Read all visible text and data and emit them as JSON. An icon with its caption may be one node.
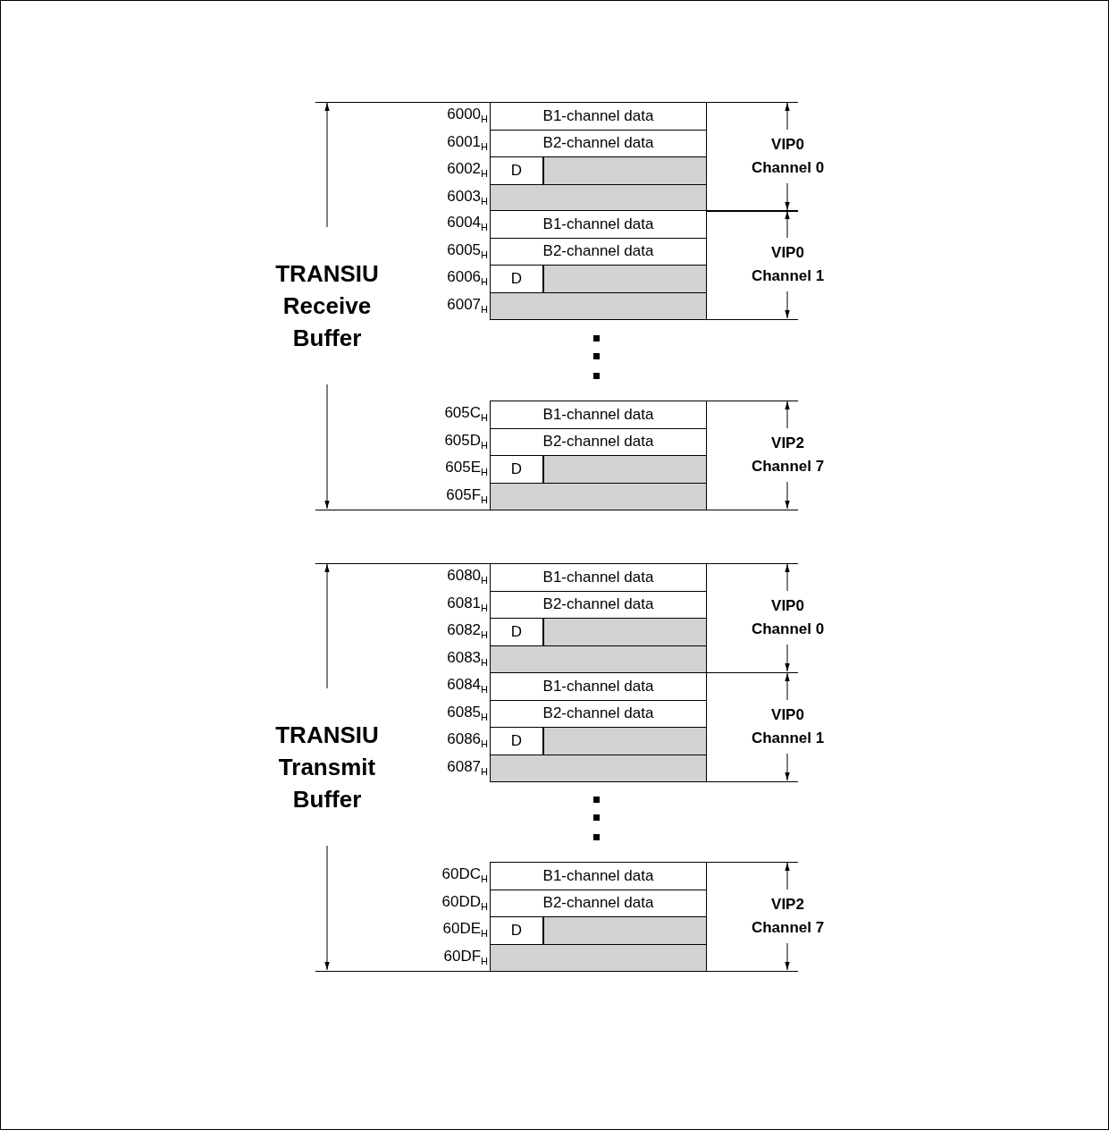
{
  "diagram": {
    "nodes": [
      {
        "text": [
          "B1-channel data"
        ]
      },
      {
        "text": [
          "B2-channel data"
        ]
      },
      {
        "text": [
          "D"
        ]
      },
      {
        "text": [],
        "shape": "bar"
      },
      {
        "text": [],
        "shape": "bar"
      },
      {
        "text": [
          "B1-channel data"
        ]
      },
      {
        "text": [
          "B2-channel data"
        ]
      },
      {
        "text": [
          "D"
        ]
      },
      {
        "text": [],
        "shape": "bar"
      },
      {
        "text": [],
        "shape": "bar"
      },
      {
        "text": [
          "B1-channel data"
        ]
      },
      {
        "text": [
          "B2-channel data"
        ]
      },
      {
        "text": [
          "D"
        ]
      },
      {
        "text": [],
        "shape": "bar"
      },
      {
        "text": [],
        "shape": "bar"
      },
      {
        "text": [
          "B1-channel data"
        ]
      },
      {
        "text": [
          "B2-channel data"
        ]
      },
      {
        "text": [
          "D"
        ]
      },
      {
        "text": [],
        "shape": "bar"
      },
      {
        "text": [],
        "shape": "bar"
      },
      {
        "text": [
          "B1-channel data"
        ]
      },
      {
        "text": [
          "B2-channel data"
        ]
      },
      {
        "text": [
          "D"
        ]
      },
      {
        "text": [],
        "shape": "bar"
      },
      {
        "text": [],
        "shape": "bar"
      },
      {
        "text": [
          "B1-channel data"
        ]
      },
      {
        "text": [
          "B2-channel data"
        ]
      },
      {
        "text": [
          "D"
        ]
      },
      {
        "text": [],
        "shape": "bar"
      },
      {
        "text": [],
        "shape": "bar"
      }
    ],
    "labels": [
      "TRANSIU Receive Buffer",
      "6000$_{H}$",
      "6001$_{H}$",
      "6002$_{H}$",
      "6003$_{H}$",
      "VIP0 Channel 0",
      "6004$_{H}$",
      "6005$_{H}$",
      "6006$_{H}$",
      "6007$_{H}$",
      "VIP0 Channel 1",
      "605C$_{H}$",
      "605D$_{H}$",
      "605E$_{H}$",
      "605F$_{H}$",
      "VIP2 Channel 7",
      "TRANSIU Transmit Buffer",
      "6080$_{H}$",
      "6081$_{H}$",
      "6082$_{H}$",
      "6083$_{H}$",
      "VIP0 Channel 0",
      "6084$_{H}$",
      "6085$_{H}$",
      "6086$_{H}$",
      "6087$_{H}$",
      "VIP0 Channel 1",
      "60DC$_{H}$",
      "60DD$_{H}$",
      "60DE$_{H}$",
      "60DF$_{H}$",
      "VIP2 Channel 7"
    ]
  }
}
